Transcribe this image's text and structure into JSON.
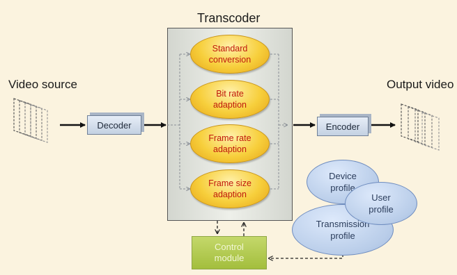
{
  "title": "Transcoder",
  "video_source_label": "Video source",
  "output_video_label": "Output video",
  "transcoder_functions": [
    {
      "line1": "Standard",
      "line2": "conversion"
    },
    {
      "line1": "Bit rate",
      "line2": "adaption"
    },
    {
      "line1": "Frame rate",
      "line2": "adaption"
    },
    {
      "line1": "Frame size",
      "line2": "adaption"
    }
  ],
  "decoder_label": "Decoder",
  "encoder_label": "Encoder",
  "control_module": {
    "line1": "Control",
    "line2": "module"
  },
  "profiles": {
    "device": {
      "line1": "Device",
      "line2": "profile"
    },
    "user": {
      "line1": "User",
      "line2": "profile"
    },
    "transmission": {
      "line1": "Transmission",
      "line2": "profile"
    }
  }
}
